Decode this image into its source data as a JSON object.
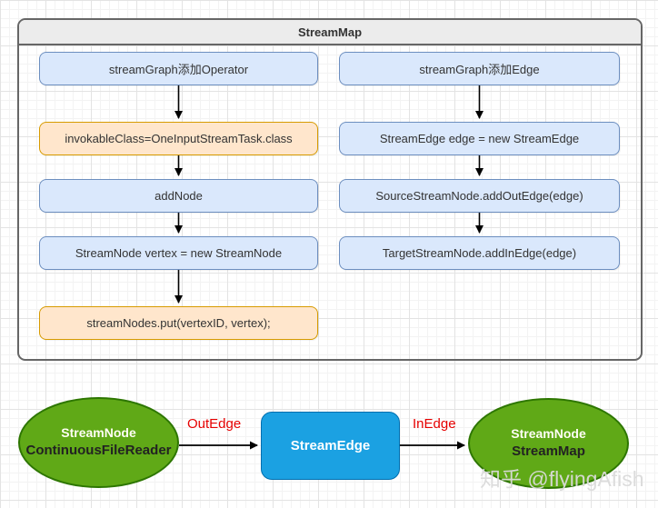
{
  "colors": {
    "container_header_fill": "#ececec",
    "container_stroke": "#666666",
    "box_blue_fill": "#dae8fc",
    "box_blue_stroke": "#6c8ebf",
    "box_orange_fill": "#ffe6cc",
    "box_orange_stroke": "#d79b00",
    "node_green_fill": "#60a917",
    "node_green_stroke": "#2d7600",
    "edge_blue_fill": "#1ba1e2",
    "edge_blue_stroke": "#006eaf",
    "edge_label_red": "#e60000"
  },
  "container": {
    "title": "StreamMap"
  },
  "flow": {
    "left": [
      {
        "label": "streamGraph添加Operator",
        "style": "blue"
      },
      {
        "label": "invokableClass=OneInputStreamTask.class",
        "style": "orange"
      },
      {
        "label": "addNode",
        "style": "blue"
      },
      {
        "label": "StreamNode vertex = new StreamNode",
        "style": "blue"
      },
      {
        "label": "streamNodes.put(vertexID, vertex);",
        "style": "orange"
      }
    ],
    "right": [
      {
        "label": "streamGraph添加Edge",
        "style": "blue"
      },
      {
        "label": "StreamEdge edge = new StreamEdge",
        "style": "blue"
      },
      {
        "label": "SourceStreamNode.addOutEdge(edge)",
        "style": "blue"
      },
      {
        "label": "TargetStreamNode.addInEdge(edge)",
        "style": "blue"
      }
    ]
  },
  "bottom": {
    "source_node": {
      "line1": "StreamNode",
      "line2": "ContinuousFileReader"
    },
    "stream_edge": {
      "label": "StreamEdge"
    },
    "target_node": {
      "line1": "StreamNode",
      "line2": "StreamMap"
    },
    "out_edge_label": "OutEdge",
    "in_edge_label": "InEdge"
  },
  "watermark": "知乎 @flyingAfish"
}
